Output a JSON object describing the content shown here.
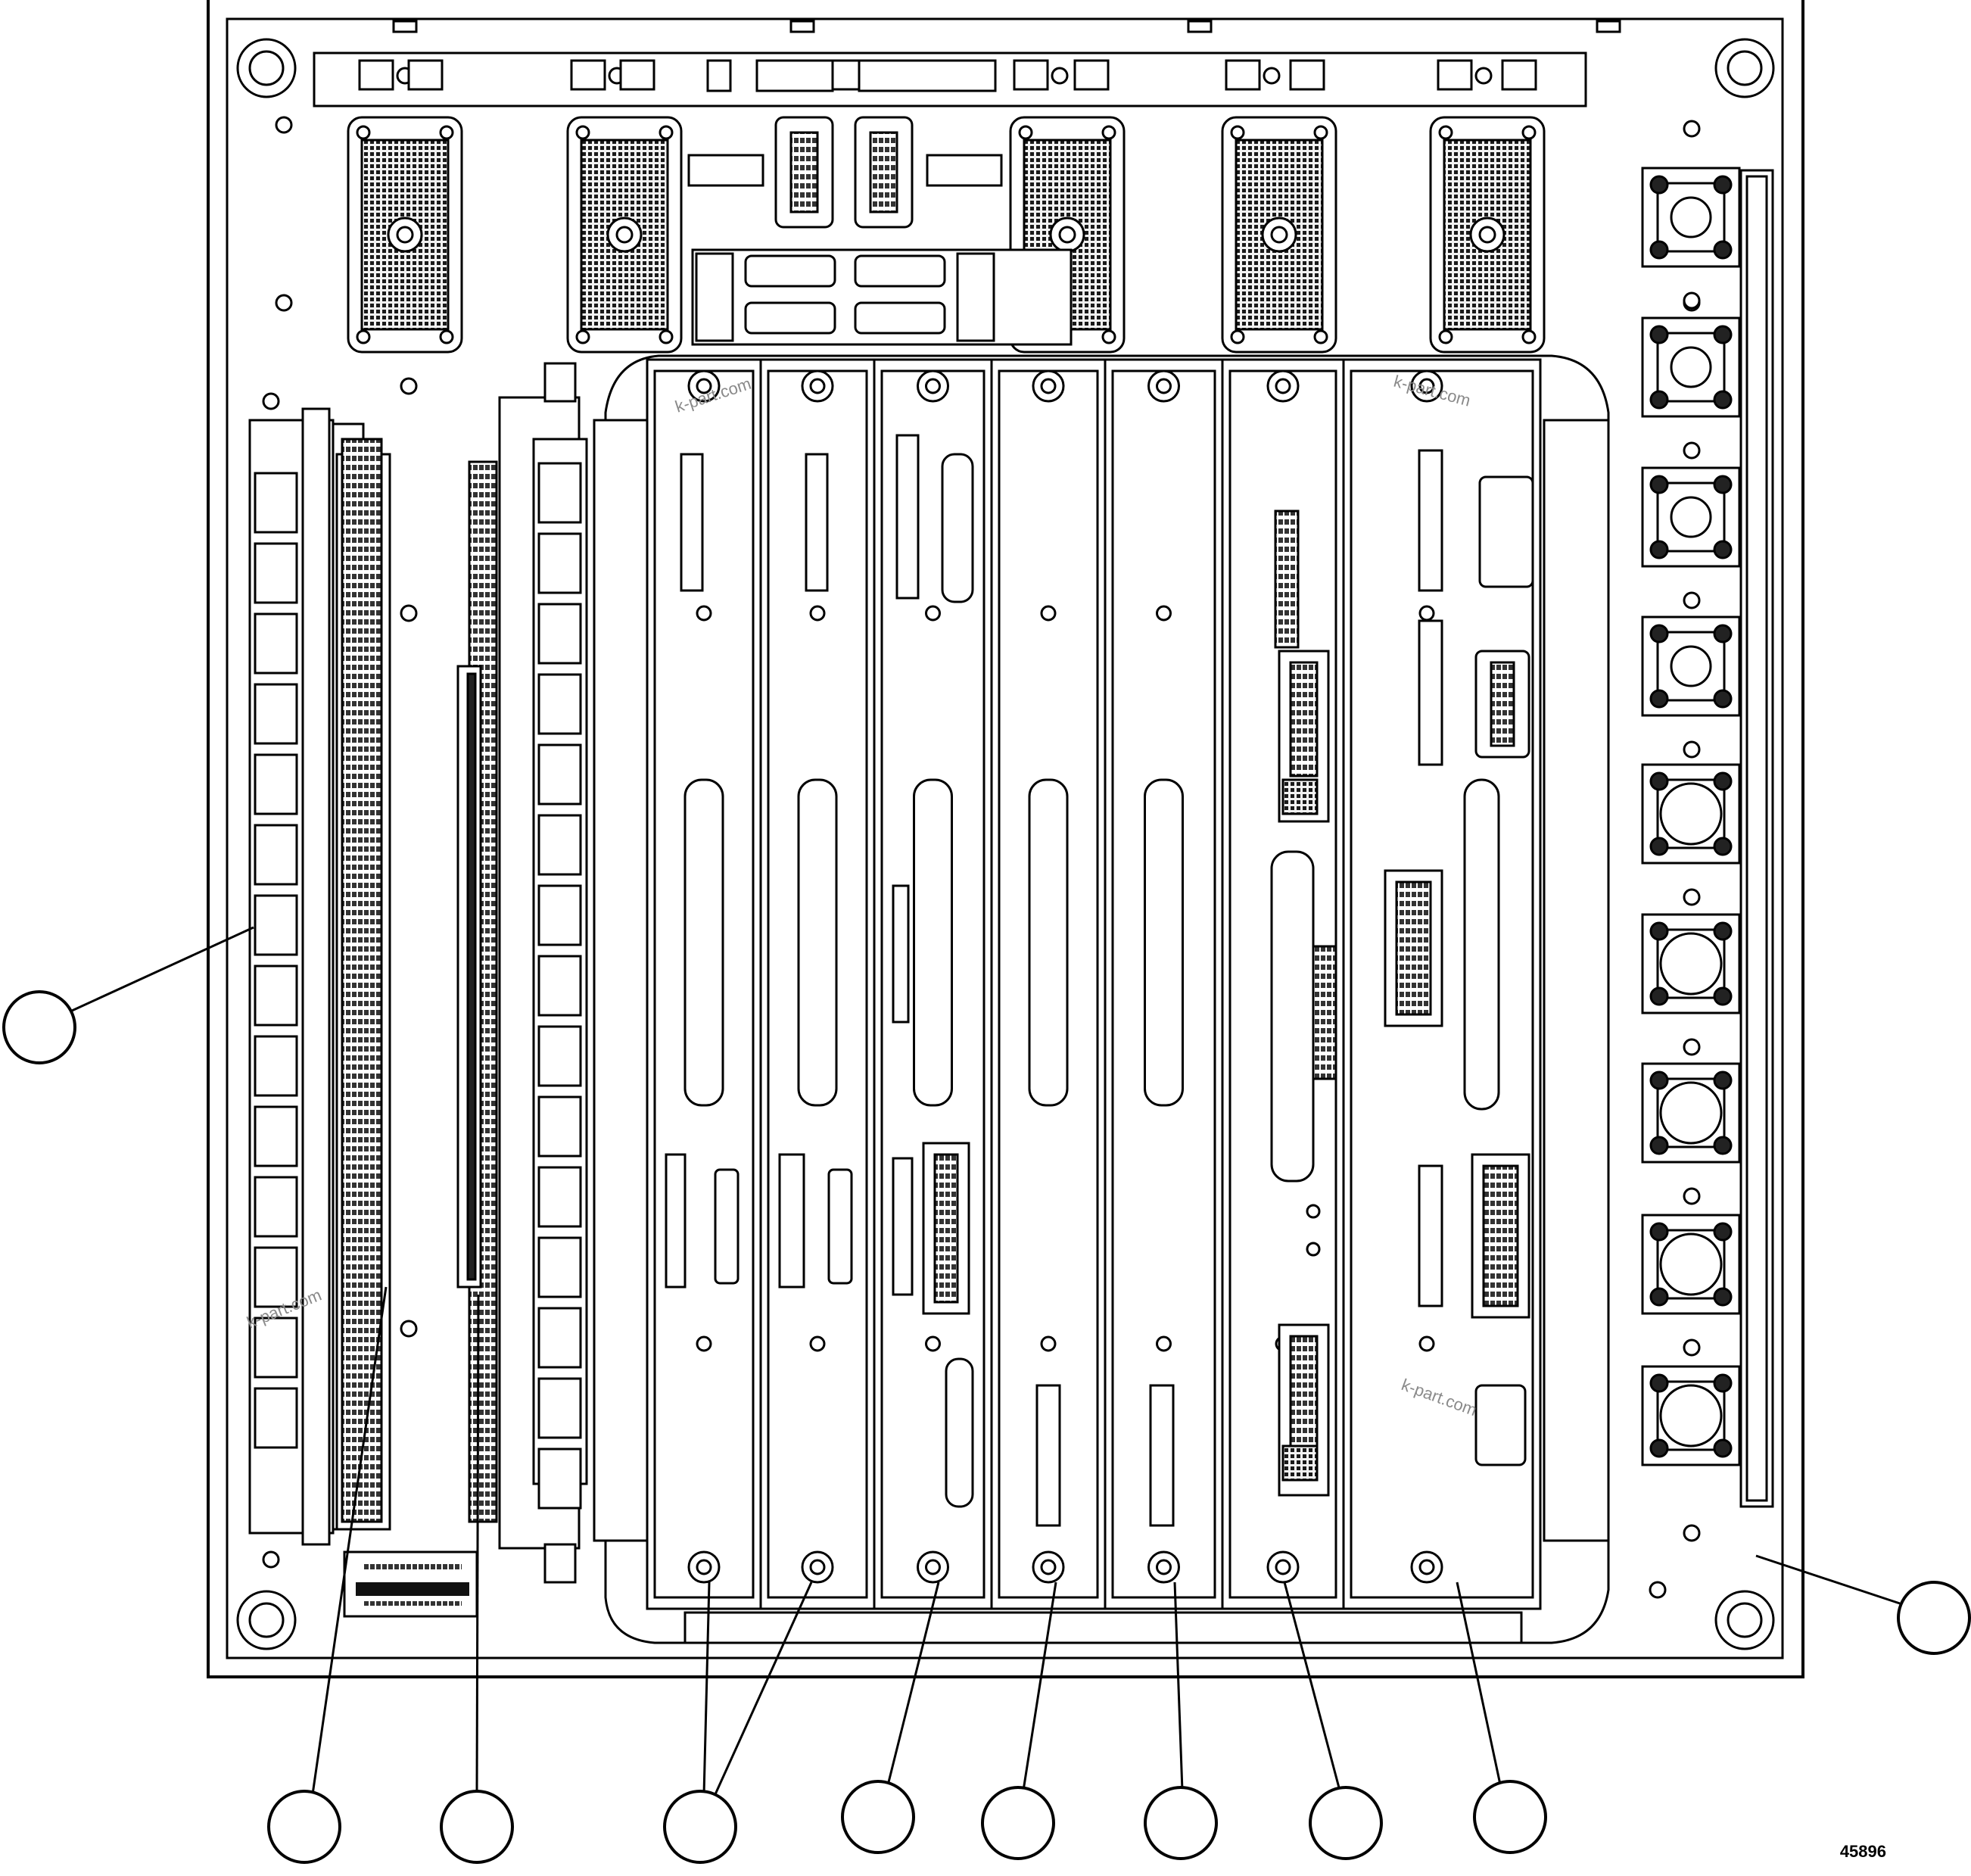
{
  "figure_number": "45896",
  "watermark_text": "k-part.com",
  "callouts": [
    "",
    "",
    "",
    "",
    "",
    "",
    "",
    "",
    "",
    ""
  ],
  "module_count": 7,
  "breaker_count": 9,
  "colors": {
    "line": "#000000",
    "panel": "#ffffff",
    "shade": "#d9d9d9",
    "dark": "#222222"
  }
}
